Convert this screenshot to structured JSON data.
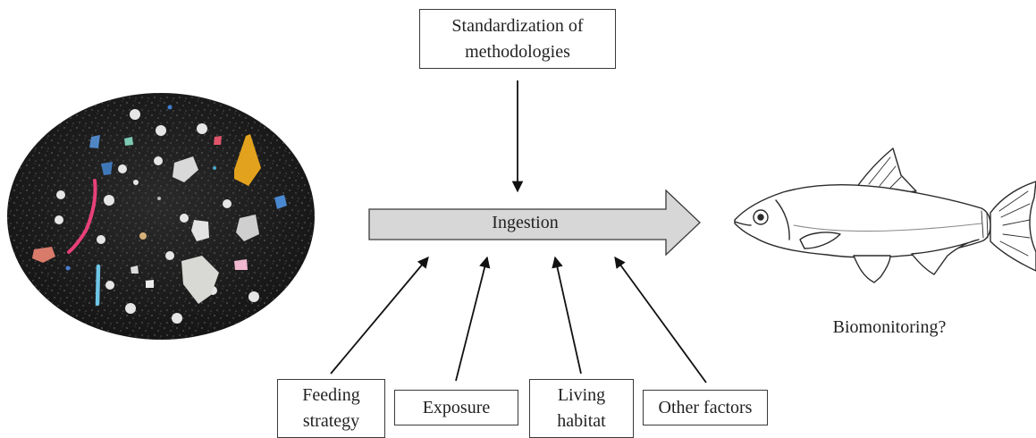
{
  "boxes": {
    "methods": {
      "line1": "Standardization of",
      "line2": "methodologies"
    },
    "feeding": {
      "line1": "Feeding",
      "line2": "strategy"
    },
    "exposure": {
      "label": "Exposure"
    },
    "living": {
      "line1": "Living",
      "line2": "habitat"
    },
    "other": {
      "label": "Other factors"
    }
  },
  "central_arrow": {
    "label": "Ingestion"
  },
  "fish": {
    "caption": "Biomonitoring?"
  },
  "colors": {
    "arrow_fill": "#d7d7d7",
    "stroke": "#2a2a2a",
    "particle_disc": "#1c1c1c"
  },
  "icons": {
    "sample_disc": "microplastics-sample-icon",
    "fish": "fish-icon"
  }
}
